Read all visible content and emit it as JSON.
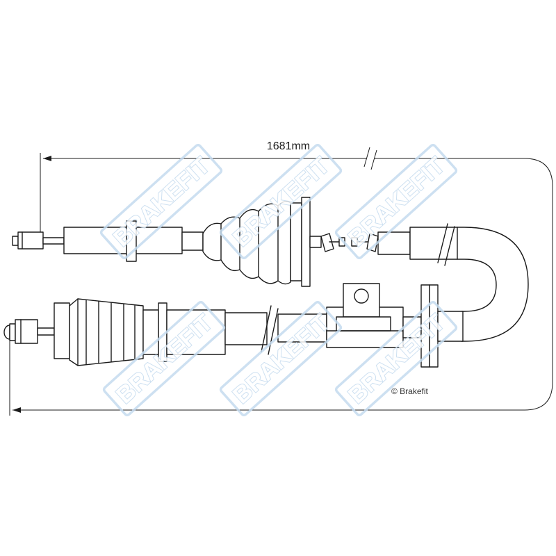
{
  "diagram": {
    "length_label": "1681mm",
    "copyright": "© Brakefit",
    "watermark_text": "BRAKEFIT",
    "colors": {
      "line": "#1a1a1a",
      "watermark": "#c5dbef",
      "background": "#ffffff"
    }
  }
}
